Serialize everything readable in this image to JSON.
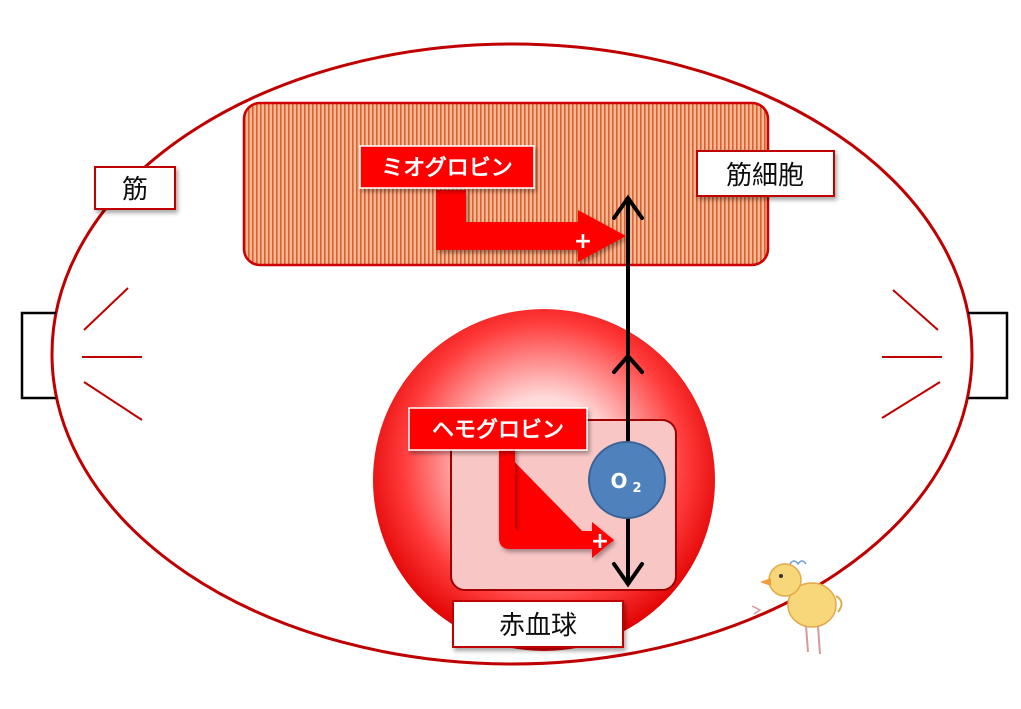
{
  "labels": {
    "muscle": "筋",
    "muscle_cell": "筋細胞",
    "myoglobin": "ミオグロビン",
    "hemoglobin": "ヘモグロビン",
    "red_blood_cell": "赤血球",
    "oxygen_symbol": "O",
    "oxygen_subscript": "2",
    "plus_sign": "+"
  },
  "colors": {
    "outline_red": "#c00000",
    "label_red_fill": "#ff0000",
    "cell_stripe_fill": "#f2a27a",
    "hemoglobin_box_fill": "#f9c6c6",
    "oxygen_circle": "#4f81bd",
    "arrow_black": "#000000"
  }
}
